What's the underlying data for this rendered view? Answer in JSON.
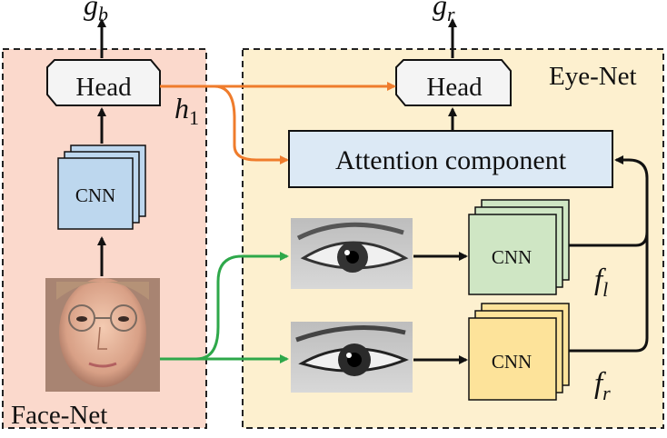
{
  "panels": {
    "face_net": {
      "label": "Face-Net",
      "fill": "#fbd9cc",
      "border": "#222222"
    },
    "eye_net": {
      "label": "Eye-Net",
      "fill": "#fdf0cf",
      "border": "#222222"
    }
  },
  "face_branch": {
    "output": {
      "symbol": "g",
      "subscript": "b"
    },
    "head_label": "Head",
    "feature": {
      "symbol": "h",
      "subscript": "1"
    },
    "cnn_label": "CNN",
    "cnn_color": "#bdd7ee",
    "input_image": "face-photo"
  },
  "eye_branch": {
    "output": {
      "symbol": "g",
      "subscript": "r"
    },
    "head_label": "Head",
    "attention_label": "Attention component",
    "attention_color": "#dce9f5",
    "left_eye": {
      "cnn_label": "CNN",
      "cnn_color": "#cfe6c4",
      "feature": {
        "symbol": "f",
        "subscript": "l"
      },
      "input_image": "left-eye-photo"
    },
    "right_eye": {
      "cnn_label": "CNN",
      "cnn_color": "#fde39a",
      "feature": {
        "symbol": "f",
        "subscript": "r"
      },
      "input_image": "right-eye-photo"
    }
  },
  "arrow_colors": {
    "feature_flow": "#ef7c2c",
    "image_flow": "#2ea84a",
    "main_flow": "#111111"
  }
}
